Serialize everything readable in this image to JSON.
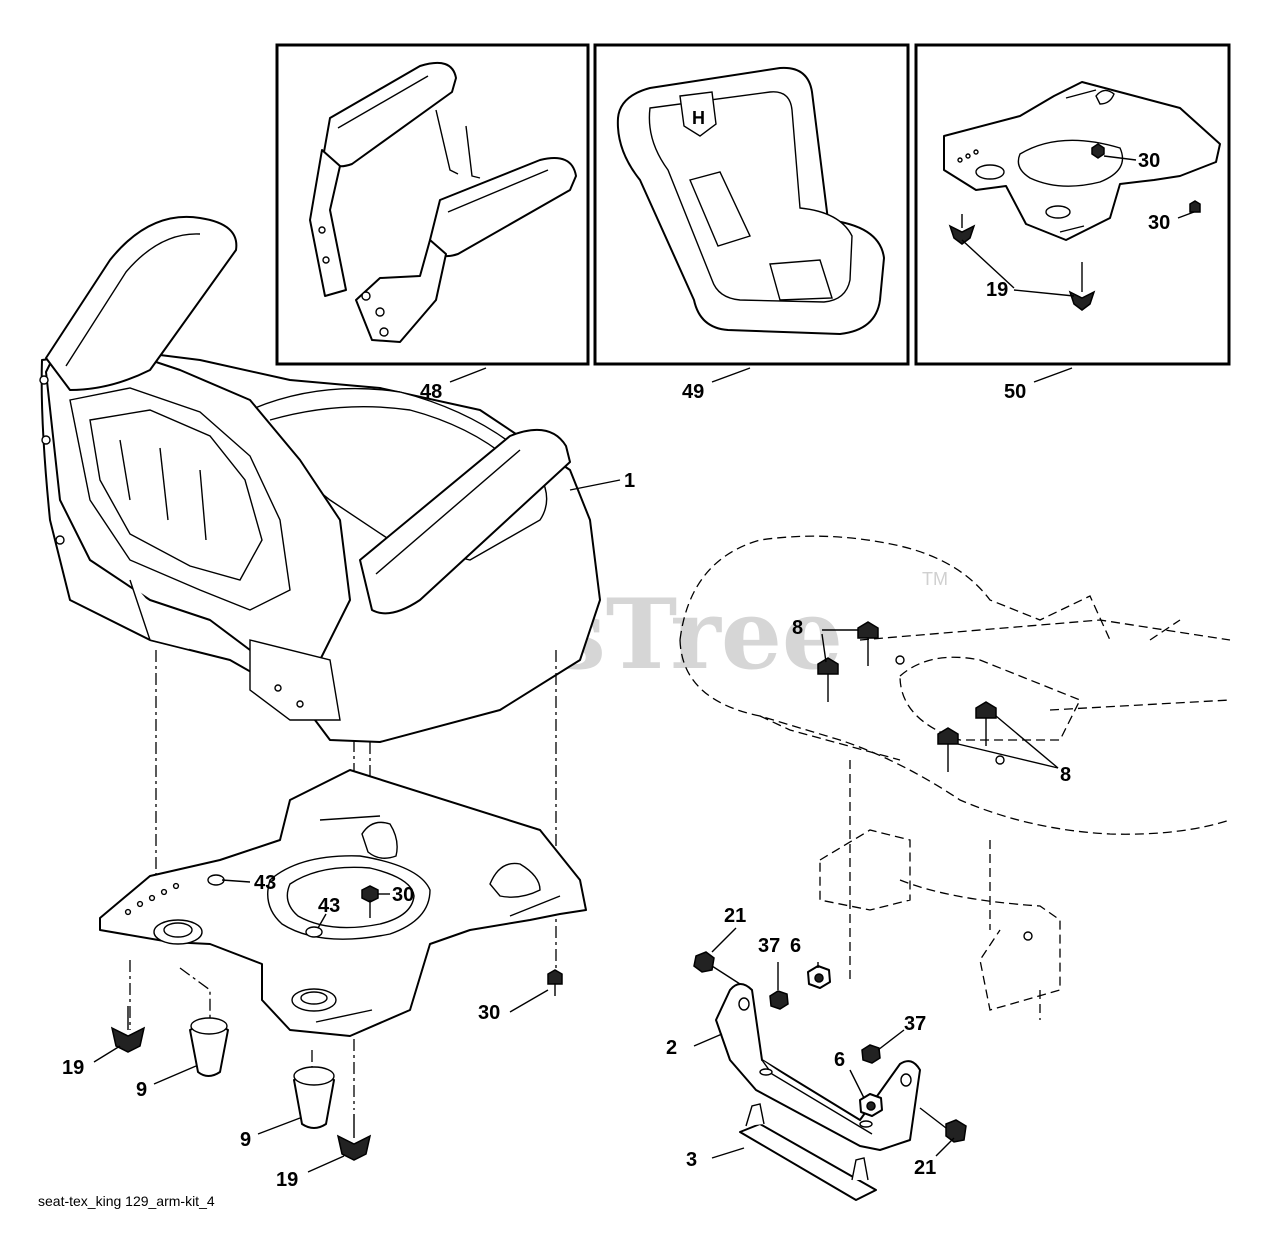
{
  "watermark": {
    "text": "PartsTree",
    "trademark": "TM"
  },
  "caption": "seat-tex_king 129_arm-kit_4",
  "callouts": {
    "c1": "1",
    "c2": "2",
    "c3": "3",
    "c6a": "6",
    "c6b": "6",
    "c8a": "8",
    "c8b": "8",
    "c9a": "9",
    "c9b": "9",
    "c19a": "19",
    "c19b": "19",
    "c19c": "19",
    "c21a": "21",
    "c21b": "21",
    "c30a": "30",
    "c30b": "30",
    "c30c": "30",
    "c30d": "30",
    "c37a": "37",
    "c37b": "37",
    "c43a": "43",
    "c43b": "43",
    "c48": "48",
    "c49": "49",
    "c50": "50"
  },
  "icons": [
    "armrest-kit-icon",
    "seat-cushion-icon",
    "seat-plate-icon",
    "seat-icon",
    "bracket-icon",
    "bolt-icon",
    "nut-icon",
    "bumper-icon",
    "knob-icon"
  ]
}
